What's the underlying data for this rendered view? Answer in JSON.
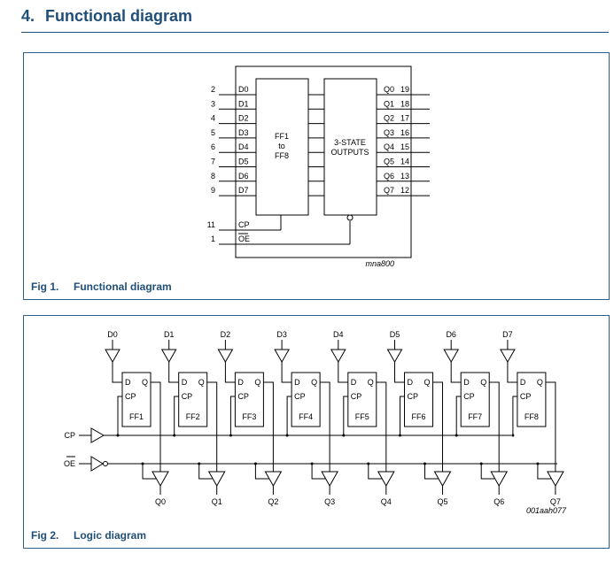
{
  "section": {
    "number": "4.",
    "title": "Functional diagram"
  },
  "fig1": {
    "caption_number": "Fig 1.",
    "caption_title": "Functional diagram",
    "id_code": "mna800",
    "ff_block": [
      "FF1",
      "to",
      "FF8"
    ],
    "out_block": [
      "3-STATE",
      "OUTPUTS"
    ],
    "inputs": [
      {
        "pin": "2",
        "label": "D0"
      },
      {
        "pin": "3",
        "label": "D1"
      },
      {
        "pin": "4",
        "label": "D2"
      },
      {
        "pin": "5",
        "label": "D3"
      },
      {
        "pin": "6",
        "label": "D4"
      },
      {
        "pin": "7",
        "label": "D5"
      },
      {
        "pin": "8",
        "label": "D6"
      },
      {
        "pin": "9",
        "label": "D7"
      }
    ],
    "outputs": [
      {
        "pin": "19",
        "label": "Q0"
      },
      {
        "pin": "18",
        "label": "Q1"
      },
      {
        "pin": "17",
        "label": "Q2"
      },
      {
        "pin": "16",
        "label": "Q3"
      },
      {
        "pin": "15",
        "label": "Q4"
      },
      {
        "pin": "14",
        "label": "Q5"
      },
      {
        "pin": "13",
        "label": "Q6"
      },
      {
        "pin": "12",
        "label": "Q7"
      }
    ],
    "cp": {
      "pin": "11",
      "label": "CP"
    },
    "oe": {
      "pin": "1",
      "label": "OE"
    }
  },
  "fig2": {
    "caption_number": "Fig 2.",
    "caption_title": "Logic diagram",
    "id_code": "001aah077",
    "d_labels": [
      "D0",
      "D1",
      "D2",
      "D3",
      "D4",
      "D5",
      "D6",
      "D7"
    ],
    "q_labels": [
      "Q0",
      "Q1",
      "Q2",
      "Q3",
      "Q4",
      "Q5",
      "Q6",
      "Q7"
    ],
    "ff_labels": [
      "FF1",
      "FF2",
      "FF3",
      "FF4",
      "FF5",
      "FF6",
      "FF7",
      "FF8"
    ],
    "ff_d": "D",
    "ff_q": "Q",
    "ff_cp": "CP",
    "cp_label": "CP",
    "oe_label": "OE"
  }
}
